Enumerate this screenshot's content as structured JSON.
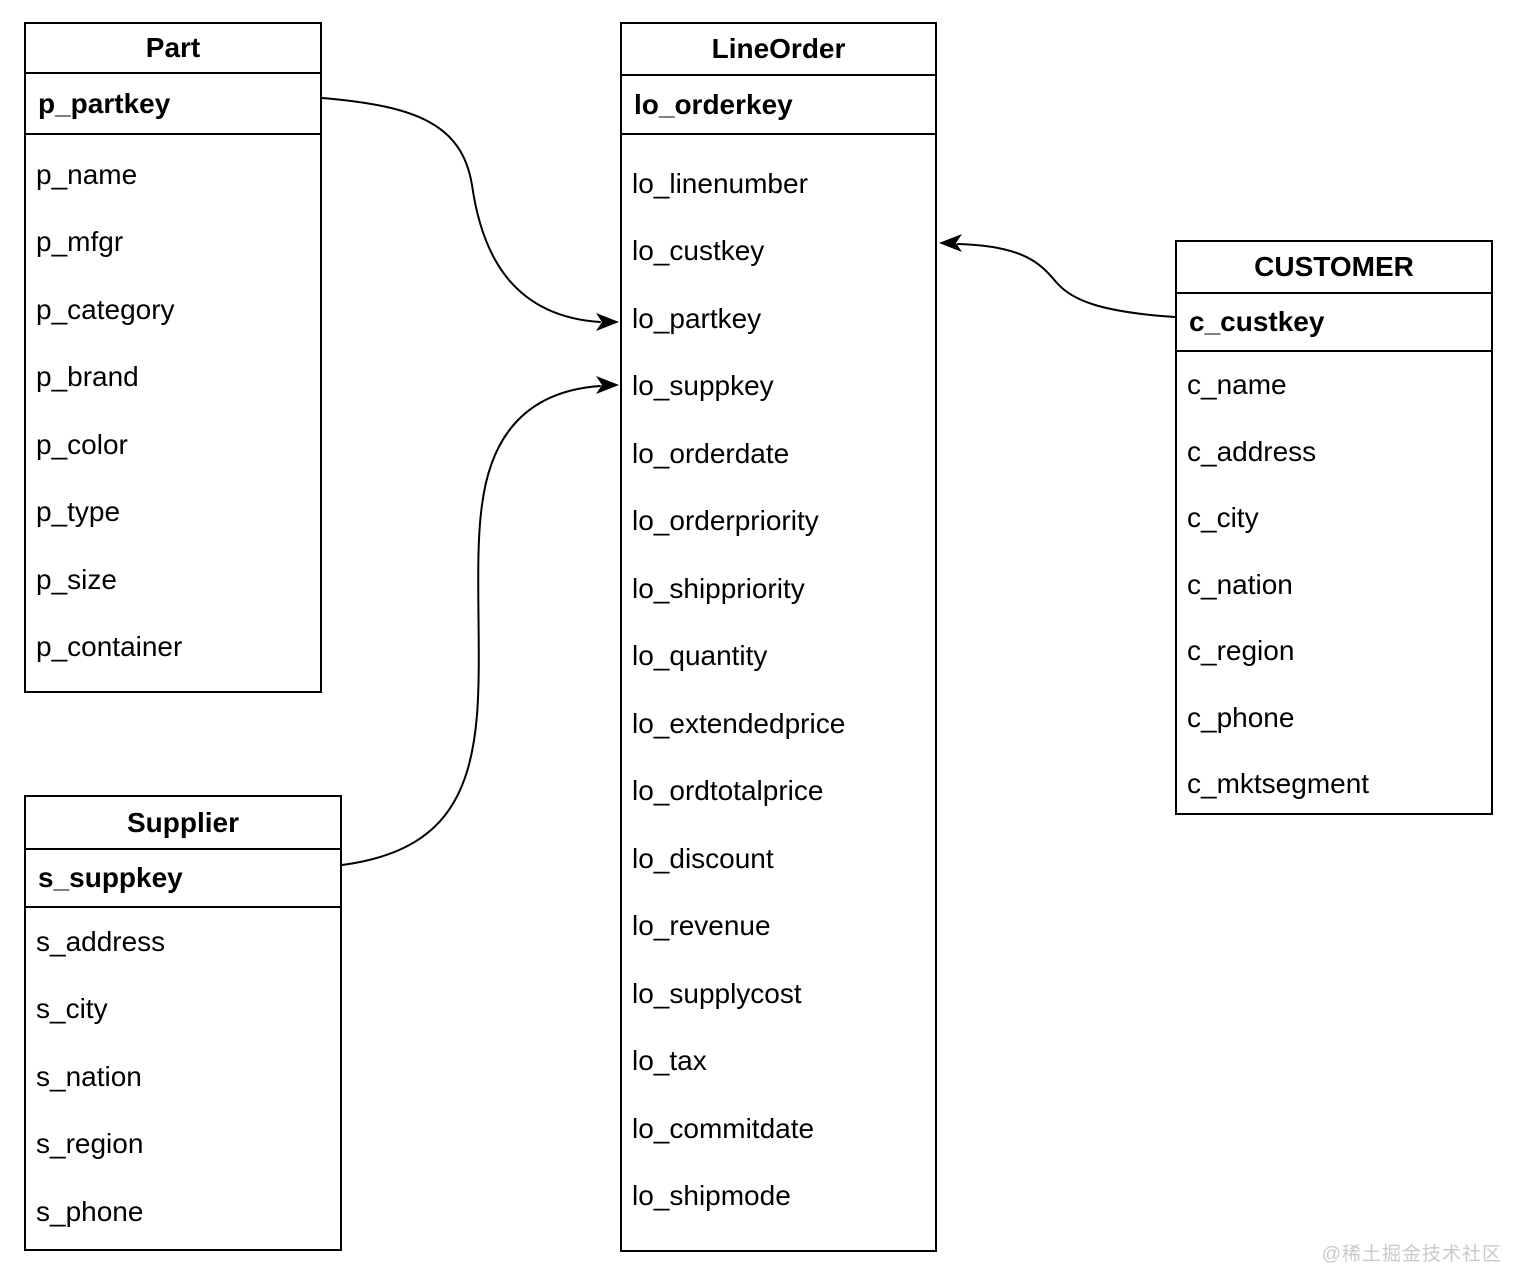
{
  "tables": [
    {
      "id": "part",
      "title": "Part",
      "key": "p_partkey",
      "fields": [
        "p_name",
        "p_mfgr",
        "p_category",
        "p_brand",
        "p_color",
        "p_type",
        "p_size",
        "p_container"
      ]
    },
    {
      "id": "supplier",
      "title": "Supplier",
      "key": "s_suppkey",
      "fields": [
        "s_address",
        "s_city",
        "s_nation",
        "s_region",
        "s_phone"
      ]
    },
    {
      "id": "lineorder",
      "title": "LineOrder",
      "key": "lo_orderkey",
      "fields": [
        "lo_linenumber",
        "lo_custkey",
        "lo_partkey",
        "lo_suppkey",
        "lo_orderdate",
        "lo_orderpriority",
        "lo_shippriority",
        "lo_quantity",
        "lo_extendedprice",
        "lo_ordtotalprice",
        "lo_discount",
        "lo_revenue",
        "lo_supplycost",
        "lo_tax",
        "lo_commitdate",
        "lo_shipmode"
      ]
    },
    {
      "id": "customer",
      "title": "CUSTOMER",
      "key": "c_custkey",
      "fields": [
        "c_name",
        "c_address",
        "c_city",
        "c_nation",
        "c_region",
        "c_phone",
        "c_mktsegment"
      ]
    }
  ],
  "relations": [
    {
      "from": "Part.p_partkey",
      "to": "LineOrder.lo_partkey"
    },
    {
      "from": "Supplier.s_suppkey",
      "to": "LineOrder.lo_suppkey"
    },
    {
      "from": "CUSTOMER.c_custkey",
      "to": "LineOrder.lo_custkey"
    }
  ],
  "watermark": "@稀土掘金技术社区",
  "colors": {
    "line": "#000000",
    "text": "#000000",
    "background": "#ffffff",
    "watermark": "#c9c9c9"
  }
}
